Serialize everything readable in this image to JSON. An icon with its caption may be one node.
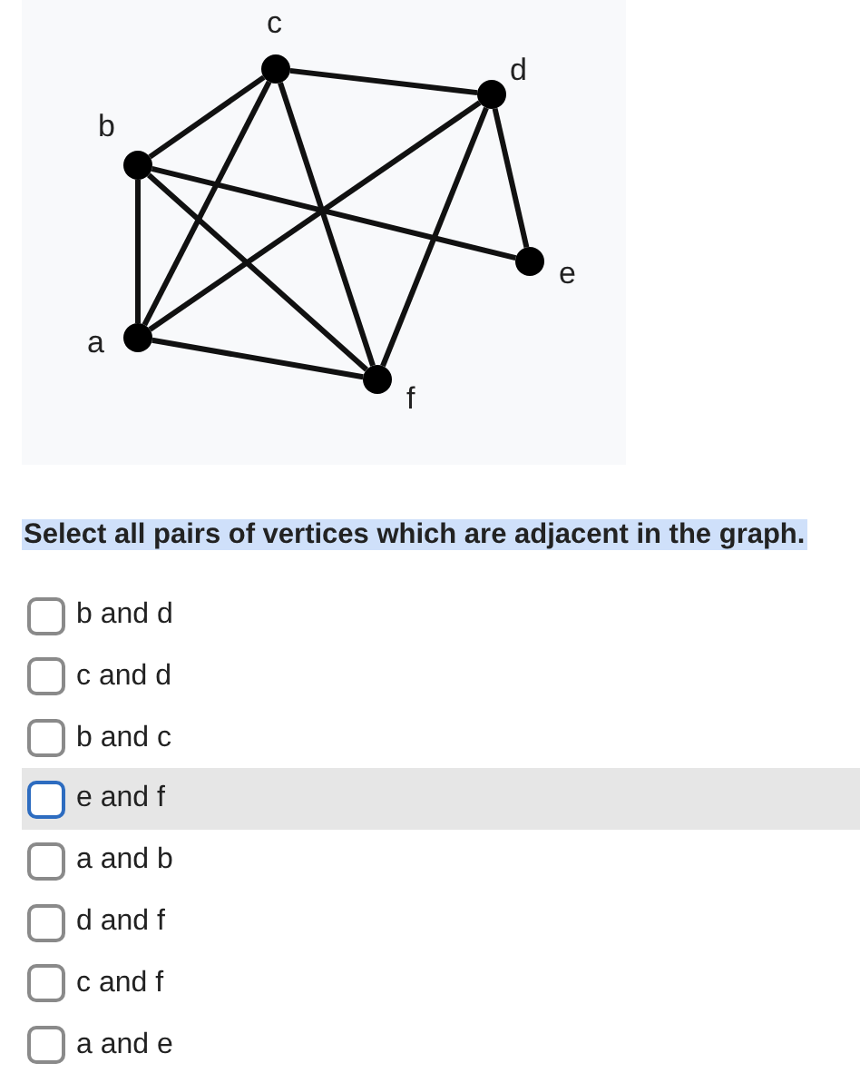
{
  "diagram": {
    "nodes": [
      {
        "text": [],
        "shape": "circle",
        "beside": [
          "c"
        ]
      },
      {
        "text": [],
        "shape": "circle",
        "beside": [
          "d"
        ]
      },
      {
        "text": [],
        "shape": "circle",
        "beside": [
          "b"
        ]
      },
      {
        "text": [],
        "shape": "circle",
        "beside": [
          "e"
        ]
      },
      {
        "text": [],
        "shape": "circle",
        "beside": [
          "a"
        ]
      },
      {
        "text": [],
        "shape": "circle",
        "beside": [
          "f"
        ]
      }
    ],
    "edges": [
      {
        "from": 0,
        "to": 1,
        "arrow": "none"
      },
      {
        "from": 0,
        "to": 2,
        "arrow": "none"
      },
      {
        "from": 0,
        "to": 4,
        "arrow": "none"
      },
      {
        "from": 0,
        "to": 5,
        "arrow": "none"
      },
      {
        "from": 2,
        "to": 4,
        "arrow": "none"
      },
      {
        "from": 2,
        "to": 3,
        "arrow": "none"
      },
      {
        "from": 2,
        "to": 5,
        "arrow": "none"
      },
      {
        "from": 4,
        "to": 1,
        "arrow": "none"
      },
      {
        "from": 4,
        "to": 5,
        "arrow": "none"
      },
      {
        "from": 1,
        "to": 5,
        "arrow": "none"
      },
      {
        "from": 1,
        "to": 3,
        "arrow": "none"
      }
    ],
    "labels": [
      "Select all pairs of vertices which are adjacent in the graph.",
      "b and d",
      "c and d",
      "b and c",
      "e and f",
      "a and b",
      "d and f",
      "c and f",
      "a and e"
    ]
  }
}
